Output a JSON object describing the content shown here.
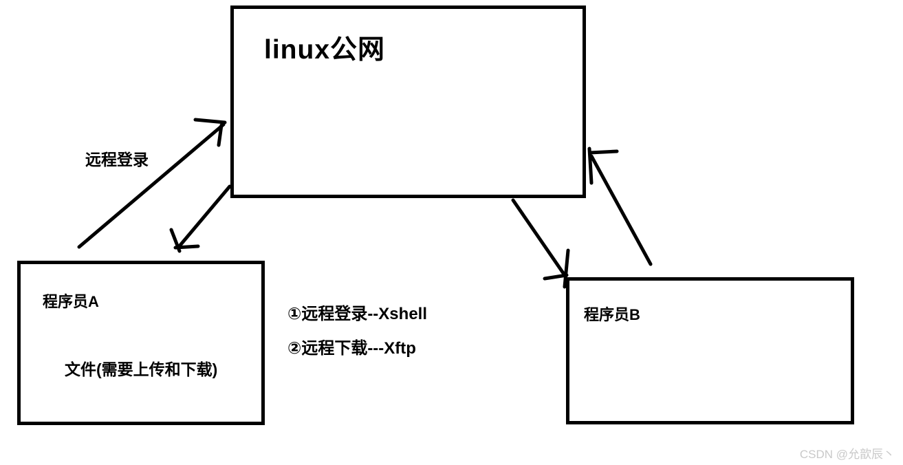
{
  "diagram": {
    "nodes": {
      "linux": {
        "label": "linux公网"
      },
      "programmer_a": {
        "label": "程序员A",
        "note": "文件(需要上传和下载)"
      },
      "programmer_b": {
        "label": "程序员B"
      }
    },
    "edge_labels": {
      "remote_login": "远程登录"
    },
    "edges": [
      {
        "from": "programmer_a",
        "to": "linux",
        "direction": "up-right",
        "label": "远程登录"
      },
      {
        "from": "linux",
        "to": "programmer_a",
        "direction": "down-left",
        "label": ""
      },
      {
        "from": "linux",
        "to": "programmer_b",
        "direction": "down-right",
        "label": ""
      },
      {
        "from": "programmer_b",
        "to": "linux",
        "direction": "up-left",
        "label": ""
      }
    ],
    "annotations": [
      "①远程登录--Xshell",
      "②远程下载---Xftp"
    ],
    "colors": {
      "stroke": "#000000",
      "background": "#ffffff",
      "watermark": "#c9c9c9"
    }
  },
  "watermark": {
    "text": "CSDN @允歆辰丶"
  }
}
